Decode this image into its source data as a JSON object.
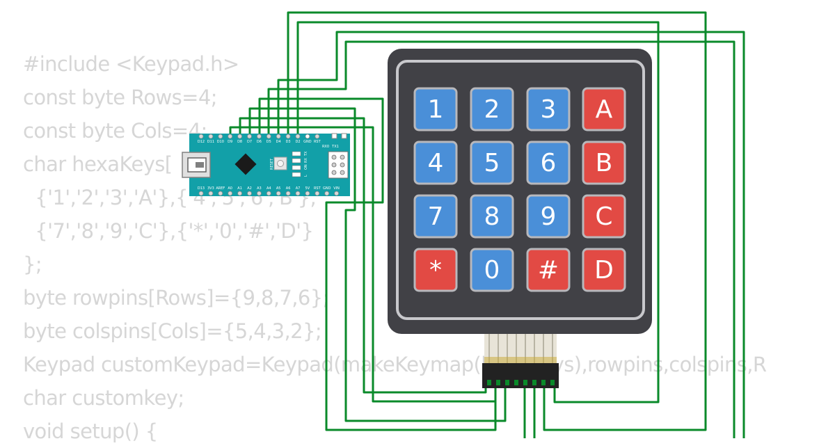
{
  "sketch": {
    "lines": [
      "#include <Keypad.h>",
      "const byte Rows=4;",
      "const byte Cols=4;",
      "char hexaKeys[",
      "  {'1','2','3','A'},{'4','5','6','B'},",
      "  {'7','8','9','C'},{'*','0','#','D'}",
      "};",
      "byte rowpins[Rows]={9,8,7,6};",
      "byte colspins[Cols]={5,4,3,2};",
      "Keypad customKeypad=Keypad(makeKeymap(hexaKeys),rowpins,colspins,R",
      "char customkey;",
      "void setup() {"
    ]
  },
  "keypad": {
    "keys": [
      {
        "label": "1",
        "color": "#4a8fd8"
      },
      {
        "label": "2",
        "color": "#4a8fd8"
      },
      {
        "label": "3",
        "color": "#4a8fd8"
      },
      {
        "label": "A",
        "color": "#e24a44"
      },
      {
        "label": "4",
        "color": "#4a8fd8"
      },
      {
        "label": "5",
        "color": "#4a8fd8"
      },
      {
        "label": "6",
        "color": "#4a8fd8"
      },
      {
        "label": "B",
        "color": "#e24a44"
      },
      {
        "label": "7",
        "color": "#4a8fd8"
      },
      {
        "label": "8",
        "color": "#4a8fd8"
      },
      {
        "label": "9",
        "color": "#4a8fd8"
      },
      {
        "label": "C",
        "color": "#e24a44"
      },
      {
        "label": "*",
        "color": "#e24a44"
      },
      {
        "label": "0",
        "color": "#4a8fd8"
      },
      {
        "label": "#",
        "color": "#e24a44"
      },
      {
        "label": "D",
        "color": "#e24a44"
      }
    ],
    "body_color": "#414146",
    "wire_color": "#0a8a2a"
  },
  "arduino": {
    "top_labels": [
      "D12",
      "D11",
      "D10",
      "D9",
      "D8",
      "D7",
      "D6",
      "D5",
      "D4",
      "D3",
      "D2",
      "GND",
      "RST",
      "RX0",
      "TX1"
    ],
    "bottom_labels": [
      "D13",
      "3V3",
      "AREF",
      "A0",
      "A1",
      "A2",
      "A3",
      "A4",
      "A5",
      "A6",
      "A7",
      "5V",
      "RST",
      "GND",
      "VIN"
    ],
    "leds": [
      "TX",
      "RX",
      "ON",
      "L"
    ],
    "reset_label": "RESET",
    "board_color": "#12a0a8"
  }
}
